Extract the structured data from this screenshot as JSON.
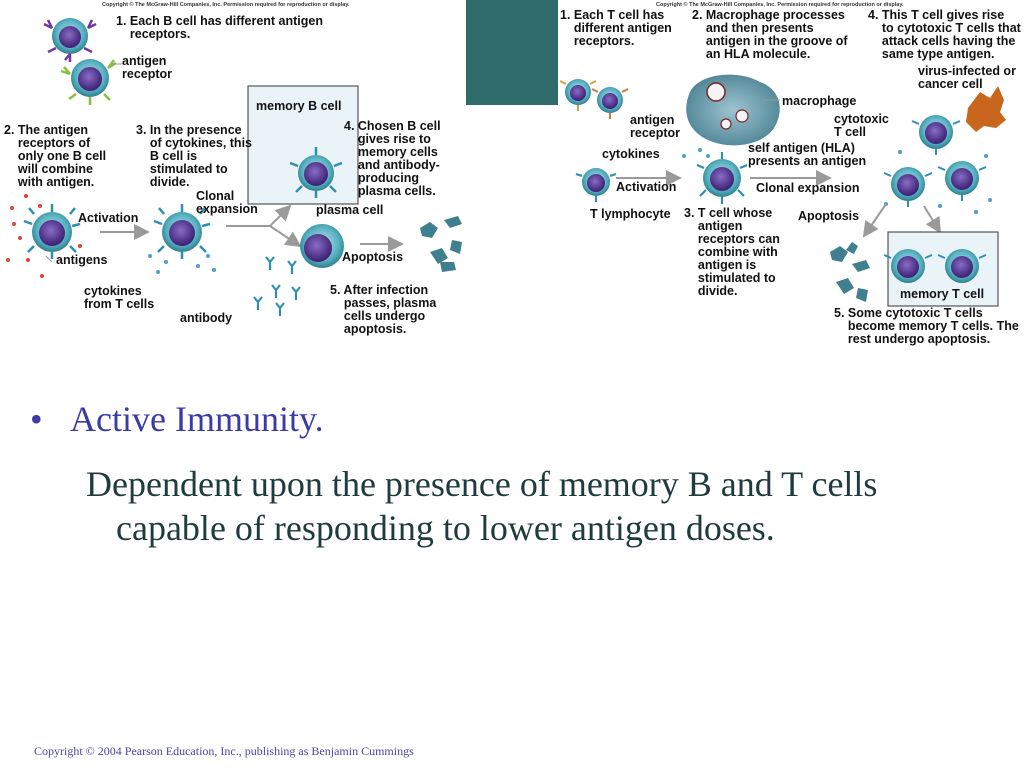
{
  "left_panel": {
    "copyright": "Copyright © The McGraw-Hill Companies, Inc. Permission required for reproduction or display.",
    "step1": "1. Each B cell has different antigen\n    receptors.",
    "antigen_receptor": "antigen\nreceptor",
    "step2": "2. The antigen\n    receptors of\n    only one B cell\n    will combine\n    with antigen.",
    "step3": "3. In the presence\n    of cytokines, this\n    B cell is\n    stimulated to\n    divide.",
    "memory_b_cell": "memory B cell",
    "step4": "4. Chosen B cell\n    gives rise to\n    memory cells\n    and antibody-\n    producing\n    plasma cells.",
    "activation": "Activation",
    "clonal_expansion": "Clonal\nexpansion",
    "plasma_cell": "plasma cell",
    "antigens": "antigens",
    "apoptosis": "Apoptosis",
    "cytokines_from_t": "cytokines\nfrom T cells",
    "step5": "5. After infection\n    passes, plasma\n    cells undergo\n    apoptosis.",
    "antibody": "antibody"
  },
  "right_panel": {
    "copyright": "Copyright © The McGraw-Hill Companies, Inc. Permission required for reproduction or display.",
    "step1": "1. Each T cell has\n    different antigen\n    receptors.",
    "step2": "2. Macrophage processes\n    and then presents\n    antigen in the groove of\n    an HLA molecule.",
    "step4": "4. This T cell gives rise\n    to cytotoxic T cells that\n    attack cells having the\n    same type antigen.",
    "virus_infected": "virus-infected or\ncancer cell",
    "macrophage": "macrophage",
    "cytotoxic_t_cell": "cytotoxic\nT cell",
    "antigen_receptor": "antigen\nreceptor",
    "self_antigen": "self antigen (HLA)\npresents an antigen",
    "cytokines": "cytokines",
    "activation": "Activation",
    "clonal_expansion": "Clonal expansion",
    "t_lymphocyte": "T lymphocyte",
    "step3": "3. T cell whose\n    antigen\n    receptors can\n    combine with\n    antigen is\n    stimulated to\n    divide.",
    "apoptosis": "Apoptosis",
    "memory_t_cell": "memory T cell",
    "step5": "5. Some cytotoxic T cells\n    become memory T cells. The\n    rest undergo apoptosis."
  },
  "slide": {
    "bullet": "•",
    "heading": "Active Immunity.",
    "body": "Dependent upon the presence of memory B and T cells capable of responding to lower antigen doses.",
    "footer": "Copyright © 2004 Pearson Education, Inc., publishing as Benjamin Cummings"
  },
  "colors": {
    "heading": "#3a3aa8",
    "body": "#1f3b3b",
    "teal_block": "#2f6b6b",
    "cell_outer": "#3aa0b0",
    "cell_nucleus": "#4b2f86",
    "apoptotic": "#3f7f8f",
    "infected_cell": "#c8661e"
  }
}
